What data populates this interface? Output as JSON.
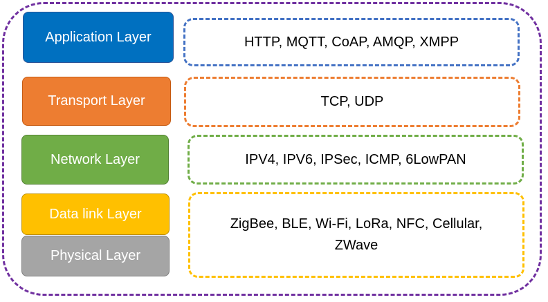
{
  "layers": [
    {
      "label": "Application Layer",
      "color": "#0070c0",
      "border": "#2f5597"
    },
    {
      "label": "Transport Layer",
      "color": "#ed7d31",
      "border": "#c55a11"
    },
    {
      "label": "Network Layer",
      "color": "#70ad47",
      "border": "#548235"
    },
    {
      "label": "Data link Layer",
      "color": "#ffc000",
      "border": "#bf9000"
    },
    {
      "label": "Physical Layer",
      "color": "#a5a5a5",
      "border": "#7f7f7f"
    }
  ],
  "protocols": [
    {
      "text": "HTTP, MQTT, CoAP, AMQP, XMPP",
      "border_color": "#4472c4"
    },
    {
      "text": "TCP, UDP",
      "border_color": "#ed7d31"
    },
    {
      "text": "IPV4, IPV6, IPSec, ICMP, 6LowPAN",
      "border_color": "#70ad47"
    },
    {
      "text": "ZigBee, BLE, Wi-Fi, LoRa, NFC, Cellular, ZWave",
      "border_color": "#ffc000"
    }
  ],
  "colors": {
    "outer_border": "#7030a0"
  }
}
